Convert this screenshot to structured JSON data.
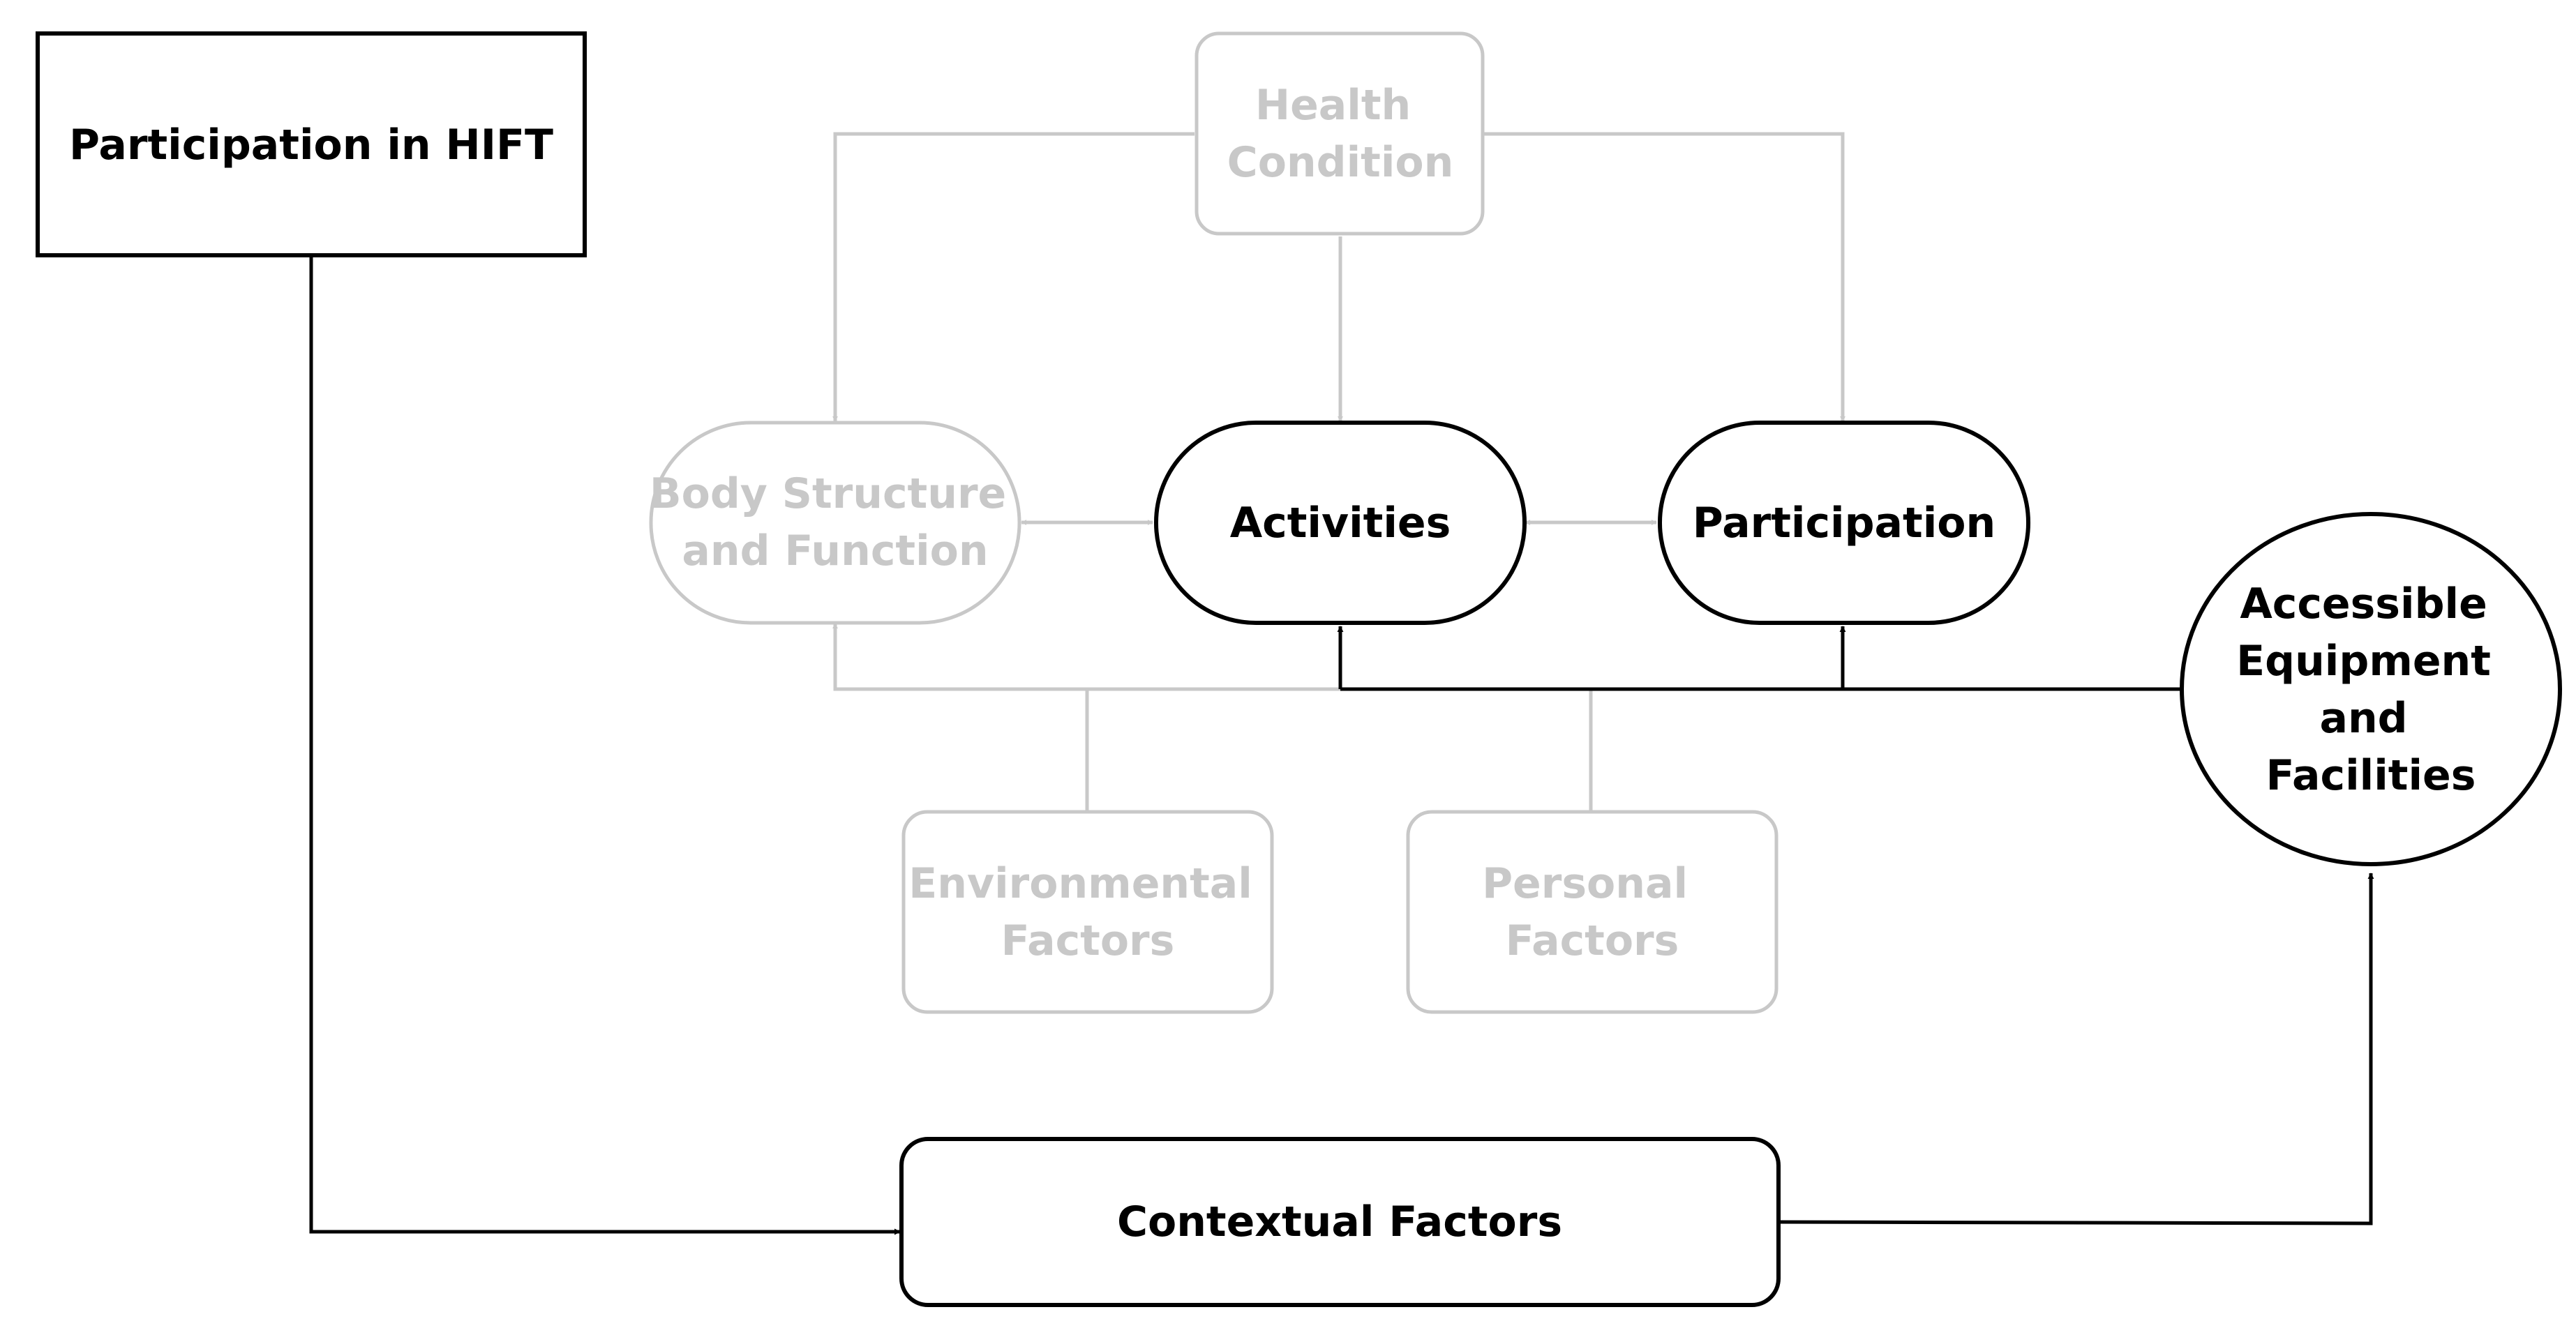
{
  "colors": {
    "strong": "#000000",
    "faded": "#c8c8c8",
    "background": "#ffffff"
  },
  "nodes": {
    "participation_in_hift": {
      "lines": [
        "Participation in HIFT"
      ]
    },
    "health_condition": {
      "lines": [
        "Health",
        "Condition"
      ]
    },
    "body_structure": {
      "lines": [
        "Body Structure",
        "and Function"
      ]
    },
    "activities": {
      "lines": [
        "Activities"
      ]
    },
    "participation": {
      "lines": [
        "Participation"
      ]
    },
    "accessible_equipment": {
      "lines": [
        "Accessible",
        "Equipment",
        "and",
        "Facilities"
      ]
    },
    "environmental_factors": {
      "lines": [
        "Environmental",
        "Factors"
      ]
    },
    "personal_factors": {
      "lines": [
        "Personal",
        "Factors"
      ]
    },
    "contextual_factors": {
      "lines": [
        "Contextual Factors"
      ]
    }
  }
}
